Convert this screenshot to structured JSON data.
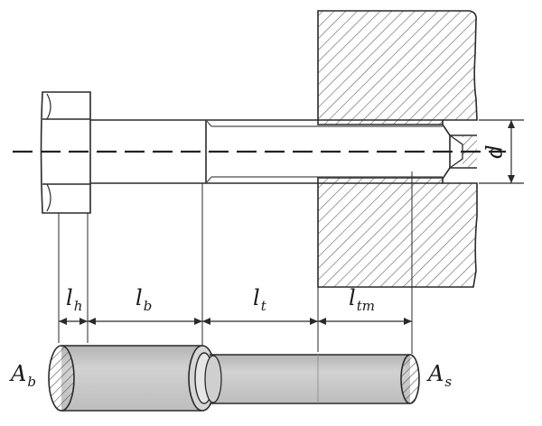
{
  "diagram": {
    "labels": {
      "l_h": {
        "main": "l",
        "sub": "h"
      },
      "l_b": {
        "main": "l",
        "sub": "b"
      },
      "l_t": {
        "main": "l",
        "sub": "t"
      },
      "l_tm": {
        "main": "l",
        "sub": "tm"
      },
      "A_b": {
        "main": "A",
        "sub": "b"
      },
      "A_s": {
        "main": "A",
        "sub": "s"
      },
      "d": "d"
    },
    "colors": {
      "stroke": "#2a2a2a",
      "hatch": "#6a6a6a",
      "spring_fill": "#c4c4c4",
      "spring_light": "#dcdcdc",
      "background": "#ffffff"
    }
  }
}
